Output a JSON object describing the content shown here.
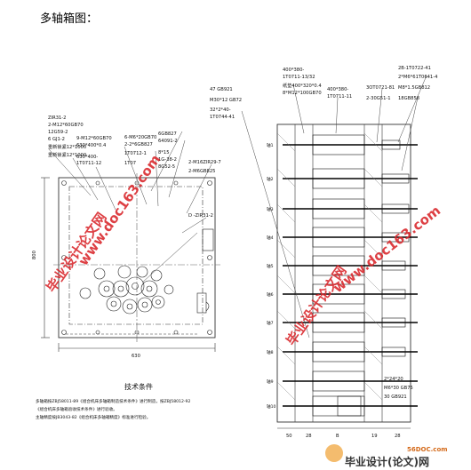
{
  "page": {
    "heading": "多轴箱图："
  },
  "left_drawing": {
    "labels": [
      "ZIR31-2",
      "2-M12*60GB70",
      "12G59-2",
      "6 GJ1-2",
      "重新锁紧12*1000",
      "重新锁紧12*1000",
      "9-M12*60GB70",
      "630*400*0.4",
      "630*400-",
      "1T0711-12",
      "6-M6*20GB70",
      "2-2*6GB827",
      "1T0712-1",
      "1T07",
      "6GB827",
      "64091-2",
      "8*15",
      "1G-38-2",
      "8G52-5",
      "2-M16ZIR29-7",
      "2-M6GB825",
      "D -ZIR31-2"
    ],
    "dimensions": [
      "630",
      "800"
    ],
    "tech_title": "技术条件",
    "tech_lines": [
      "多轴箱按ZBJ58011-89《组合机床多轴箱制造技术条件》进行制造，按ZBJ58012-92",
      "《组合机床多轴箱验收技术条件》进行验收。",
      "主轴精度按JB3043-82《组合机床多轴箱精度》标准进行检验。"
    ]
  },
  "right_drawing": {
    "top_labels": [
      "47  GB921",
      "M30*12  GB72",
      "32*2*40-",
      "1T0744-41",
      "400*380-",
      "1T0711-13/32",
      "纸垫400*320*0.4",
      "8*M12*100GB70",
      "400*380-",
      "1T0711-11",
      "2B-1T0722-41",
      "2*M6*61T0641-4",
      "3OT0721-81",
      "M8*1.5GB812",
      "2-30G51-1",
      "18GB858"
    ],
    "side_labels": [
      "轴1",
      "轴2",
      "轴3",
      "轴4",
      "轴5",
      "轴6",
      "轴7",
      "轴8",
      "轴9",
      "轴10"
    ],
    "bottom_labels": [
      "2*24*20",
      "M6*30  GB75",
      "30  GB921"
    ],
    "dims": [
      "50",
      "28",
      "B",
      "19",
      "28"
    ]
  },
  "watermarks": {
    "site": "www.doc163.com",
    "brand": "毕业设计论文网",
    "corner_url": "56DOC.com",
    "corner_brand": "毕业设计(论文)网"
  }
}
